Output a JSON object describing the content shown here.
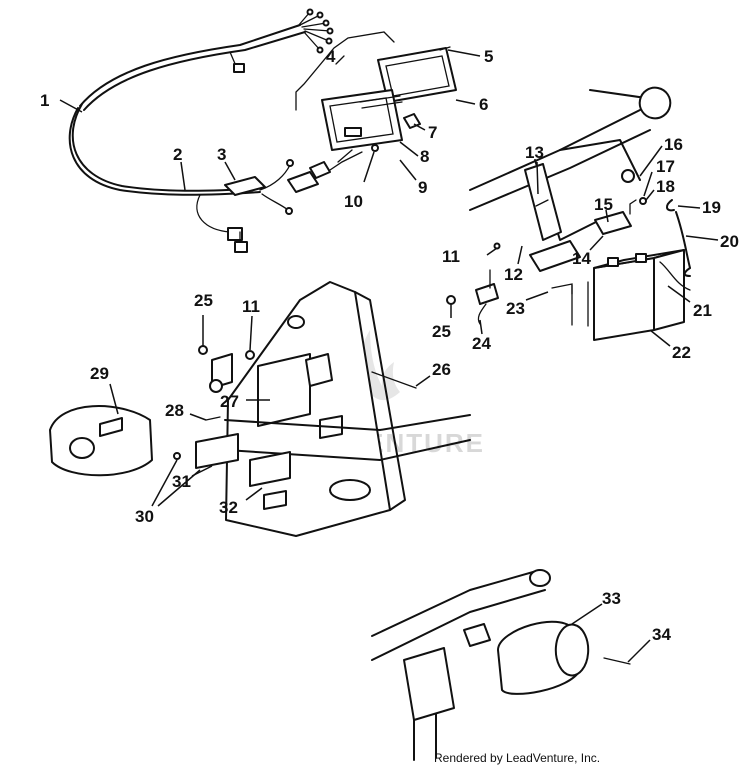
{
  "watermark": "LEADVENTURE",
  "credit": "Rendered by LeadVenture, Inc.",
  "callouts": [
    "1",
    "2",
    "3",
    "4",
    "5",
    "6",
    "7",
    "8",
    "9",
    "10",
    "11",
    "11",
    "12",
    "13",
    "14",
    "15",
    "16",
    "17",
    "18",
    "19",
    "20",
    "21",
    "22",
    "23",
    "24",
    "25",
    "25",
    "26",
    "27",
    "28",
    "29",
    "30",
    "31",
    "32",
    "33",
    "34"
  ]
}
